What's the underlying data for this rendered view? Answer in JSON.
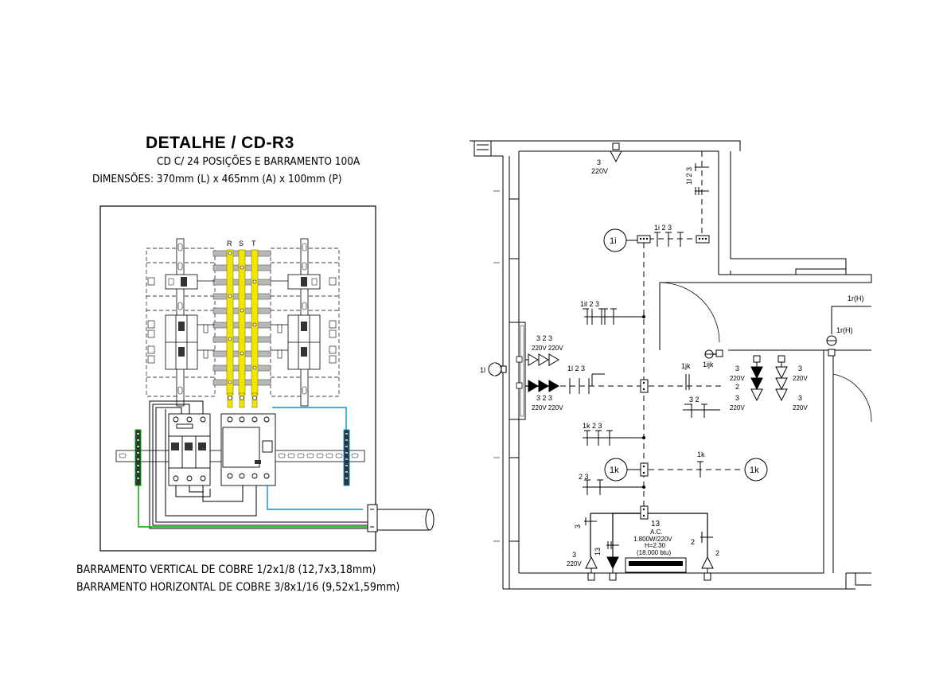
{
  "panel": {
    "title": "DETALHE / CD-R3",
    "subtitle": "CD C/ 24 POSIÇÕES E BARRAMENTO 100A",
    "dimensions": "DIMENSÕES: 370mm (L) x 465mm (A) x  100mm (P)",
    "phases": [
      "R",
      "S",
      "T"
    ],
    "note_vertical": "BARRAMENTO VERTICAL DE COBRE 1/2x1/8 (12,7x3,18mm)",
    "note_horizontal": "BARRAMENTO HORIZONTAL DE COBRE 3/8x1/16 (9,52x1,59mm)"
  },
  "plan": {
    "labels": {
      "top_outlet_num": "3",
      "top_outlet_volt": "220V",
      "circuit_1i": "1i",
      "wire_1i_23": "1i 2 3",
      "vert_1l23": "1l 2 3",
      "wire_1il_23": "1il  2  3",
      "wire_1l_23": "1l  2  3",
      "left_outlets_top_nums": "3     2     3",
      "left_outlets_top_volts": "220V          220V",
      "left_outlets_bot_nums": "3     2     3",
      "left_outlets_bot_volts": "220V          220V",
      "switch_1l": "1l",
      "sw_1jk": "1jk",
      "sw_1ijk": "1ijk",
      "wire_32": "3    2",
      "right_outlets_a_nums": [
        "3",
        "220V",
        "2"
      ],
      "right_outlets_a_bot": [
        "3",
        "220V"
      ],
      "right_outlets_b_nums": [
        "3",
        "220V"
      ],
      "right_outlets_b_bot": [
        "3",
        "220V"
      ],
      "wire_1k23": "1k  2   3",
      "circuit_1k": "1k",
      "wire_1k": "1k",
      "wire_23": "2    3",
      "ac_circuit": "13",
      "ac_type": "A.C.",
      "ac_power": "1.800W/220V",
      "ac_height": "H=2.30",
      "ac_btu": "(18.000 btu)",
      "wire_3_left": "3",
      "wire_13": "13",
      "wire_2": "2",
      "bottom_outlet_left_num": "3",
      "bottom_outlet_left_volt": "220V",
      "bottom_outlet_right_num": "2",
      "ext_1rH": "1r(H)",
      "ext_1rH2": "1r(H)"
    }
  }
}
